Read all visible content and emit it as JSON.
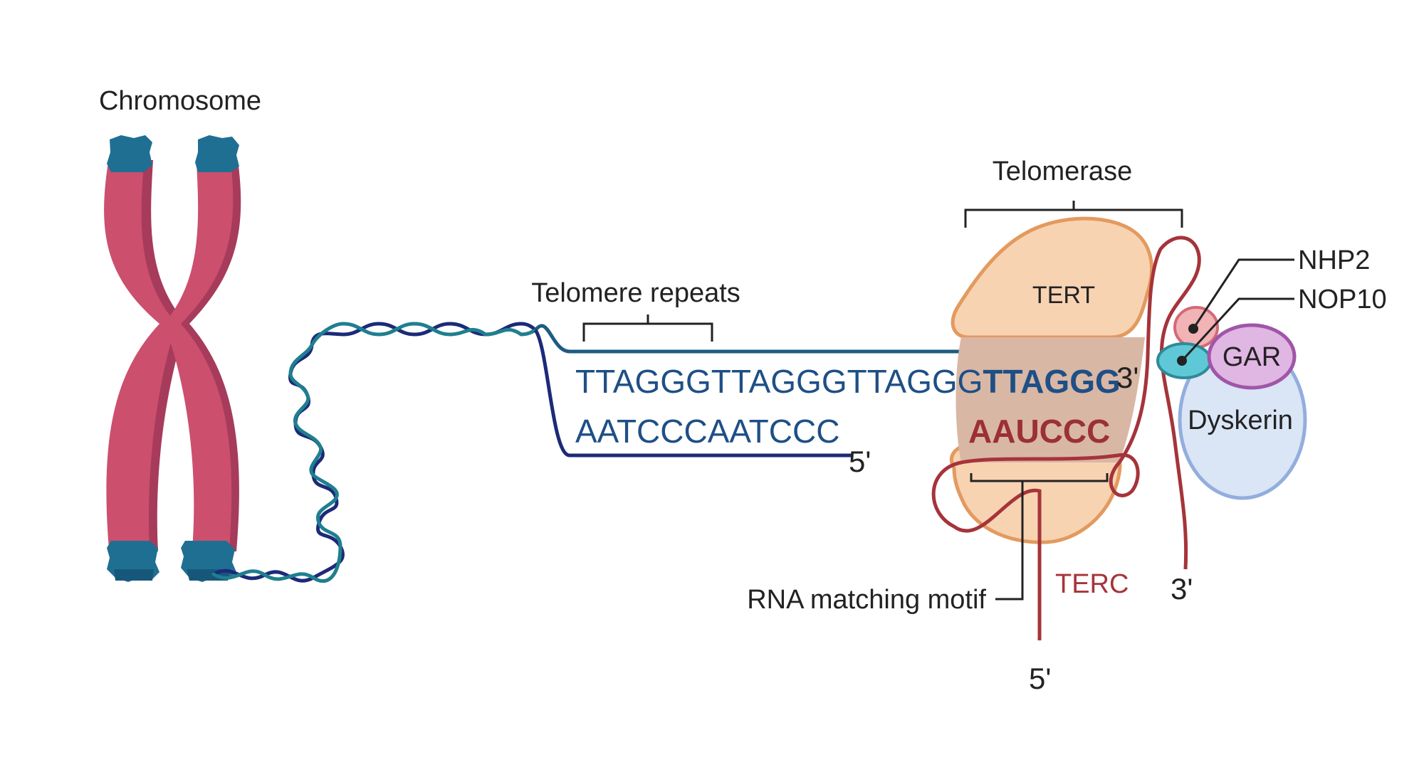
{
  "labels": {
    "chromosome": "Chromosome",
    "telomere_repeats": "Telomere repeats",
    "telomerase": "Telomerase",
    "tert": "TERT",
    "nhp2": "NHP2",
    "nop10": "NOP10",
    "gar": "GAR",
    "dyskerin": "Dyskerin",
    "rna_matching_motif": "RNA matching motif",
    "terc": "TERC"
  },
  "sequences": {
    "top_strand": "TTAGGGTTAGGGTTAGGG",
    "top_strand_bold": "TTAGGG",
    "bottom_strand": "AATCCCAATCCC",
    "rna_template": "AAUCCC"
  },
  "ends": {
    "dna_top_3prime": "3'",
    "dna_bottom_5prime": "5'",
    "terc_5prime": "5'",
    "terc_3prime": "3'"
  },
  "colors": {
    "chromosome_body": "#cc4f6e",
    "chromosome_shadow": "#a73b5b",
    "telomere_cap": "#1f6f93",
    "dna_strand_dark": "#1c2a78",
    "dna_strand_teal": "#1f7f8e",
    "dna_top_line": "#1e5b82",
    "tert_fill": "#f8d3b2",
    "tert_stroke": "#e39a5f",
    "overlap_fill": "#d9b7a5",
    "terc_rna": "#a5343a",
    "nhp2_fill": "#f1b3b6",
    "nop10_fill": "#5ec8d6",
    "gar_fill": "#e0b6e3",
    "gar_stroke": "#a056a8",
    "dyskerin_fill": "#dae5f5",
    "dyskerin_stroke": "#93aedd"
  },
  "icons": {
    "chromosome": "x-chromosome-icon"
  }
}
